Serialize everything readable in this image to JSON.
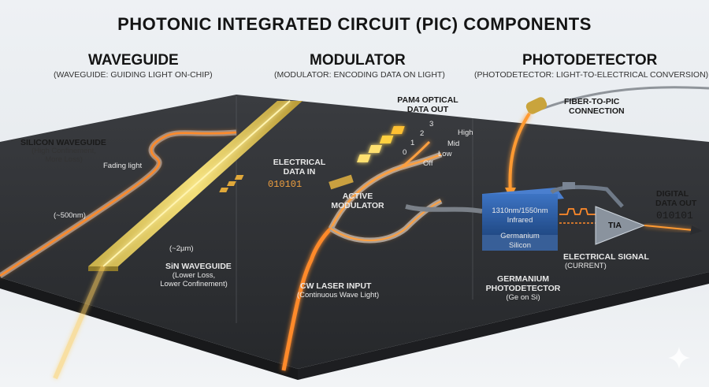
{
  "title": "PHOTONIC INTEGRATED CIRCUIT (PIC) COMPONENTS",
  "sections": {
    "waveguide": {
      "heading": "WAVEGUIDE",
      "sub": "(WAVEGUIDE: GUIDING LIGHT ON-CHIP)"
    },
    "modulator": {
      "heading": "MODULATOR",
      "sub": "(MODULATOR: ENCODING DATA ON LIGHT)"
    },
    "photodetector": {
      "heading": "PHOTODETECTOR",
      "sub": "(PHOTODETECTOR: LIGHT-TO-ELECTRICAL CONVERSION)"
    }
  },
  "waveguide": {
    "silicon_title": "SILICON WAVEGUIDE",
    "silicon_desc_1": "(High Confinement,",
    "silicon_desc_2": "More Loss)",
    "fading": "Fading light",
    "silicon_width": "(~500nm)",
    "sin_width": "(~2µm)",
    "sin_title": "SiN WAVEGUIDE",
    "sin_desc_1": "(Lower Loss,",
    "sin_desc_2": "Lower Confinement)"
  },
  "modulator": {
    "elec_in_1": "ELECTRICAL",
    "elec_in_2": "DATA IN",
    "elec_bits": "010101",
    "active_1": "ACTIVE",
    "active_2": "MODULATOR",
    "pam4_1": "PAM4 OPTICAL",
    "pam4_2": "DATA OUT",
    "levels": [
      "0",
      "1",
      "2",
      "3"
    ],
    "level_names": [
      "High",
      "Mid",
      "Low",
      "Off"
    ],
    "laser_title": "CW LASER INPUT",
    "laser_desc": "(Continuous Wave Light)"
  },
  "photodetector": {
    "fiber_1": "FIBER-TO-PIC",
    "fiber_2": "CONNECTION",
    "wavelength": "1310nm/1550nm",
    "infrared": "Infrared",
    "germanium": "Germanium",
    "silicon": "Silicon",
    "tia": "TIA",
    "digital_1": "DIGITAL",
    "digital_2": "DATA OUT",
    "digital_bits": "010101",
    "signal_title": "ELECTRICAL SIGNAL",
    "signal_desc": "(CURRENT)",
    "ge_title_1": "GERMANIUM",
    "ge_title_2": "PHOTODETECTOR",
    "ge_desc": "(Ge on Si)"
  },
  "colors": {
    "chip": "#2d2f33",
    "glow": "#ff9a2e",
    "sin": "#e8d060",
    "detector": "#2f5fa8"
  }
}
